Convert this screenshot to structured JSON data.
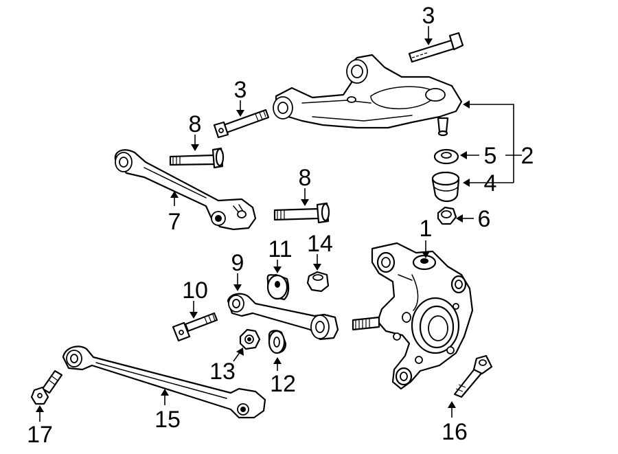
{
  "callouts": [
    {
      "id": "label-1",
      "text": "1"
    },
    {
      "id": "label-2",
      "text": "2"
    },
    {
      "id": "label-3a",
      "text": "3"
    },
    {
      "id": "label-3b",
      "text": "3"
    },
    {
      "id": "label-4",
      "text": "4"
    },
    {
      "id": "label-5",
      "text": "5"
    },
    {
      "id": "label-6",
      "text": "6"
    },
    {
      "id": "label-7",
      "text": "7"
    },
    {
      "id": "label-8a",
      "text": "8"
    },
    {
      "id": "label-8b",
      "text": "8"
    },
    {
      "id": "label-9",
      "text": "9"
    },
    {
      "id": "label-10",
      "text": "10"
    },
    {
      "id": "label-11",
      "text": "11"
    },
    {
      "id": "label-12",
      "text": "12"
    },
    {
      "id": "label-13",
      "text": "13"
    },
    {
      "id": "label-14",
      "text": "14"
    },
    {
      "id": "label-15",
      "text": "15"
    },
    {
      "id": "label-16",
      "text": "16"
    },
    {
      "id": "label-17",
      "text": "17"
    }
  ]
}
